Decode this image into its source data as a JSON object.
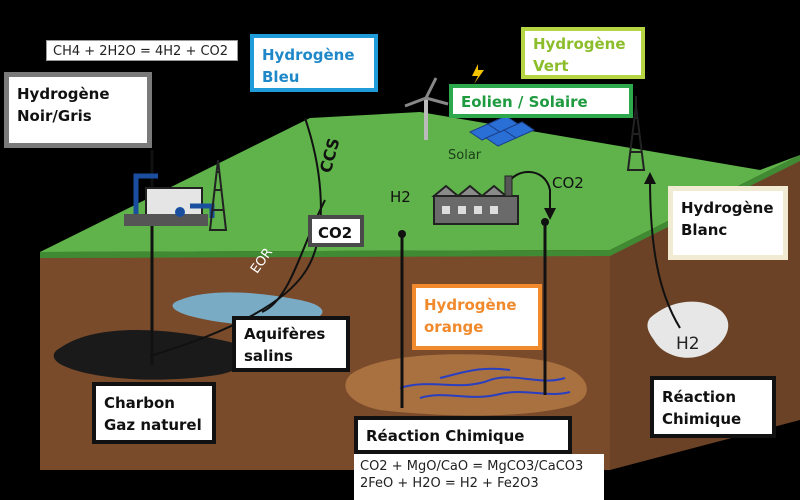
{
  "equation_top": {
    "text": "CH4 + 2H2O = 4H2 + CO2"
  },
  "labels": {
    "hydrogene_noir_gris": [
      "Hydrogène",
      "Noir/Gris"
    ],
    "hydrogene_bleu": [
      "Hydrogène",
      "Bleu"
    ],
    "hydrogene_vert": [
      "Hydrogène",
      "Vert"
    ],
    "eolien_solaire": "Eolien / Solaire",
    "hydrogene_blanc": [
      "Hydrogène",
      "Blanc"
    ],
    "co2_box": "CO2",
    "hydrogene_orange": [
      "Hydrogène",
      "orange"
    ],
    "aquiferes_salins": [
      "Aquifères",
      "salins"
    ],
    "charbon_gaz": [
      "Charbon",
      "Gaz naturel"
    ],
    "reaction_chimique_center": "Réaction Chimique",
    "reaction_chimique_right": [
      "Réaction",
      "Chimique"
    ]
  },
  "annotations": {
    "solar": "Solar",
    "ccs": "CCS",
    "eor": "EOR",
    "h2_well": "H2",
    "co2_factory": "CO2",
    "h2_white": "H2"
  },
  "equations_bottom": [
    "CO2 + MgO/CaO = MgCO3/CaCO3",
    "2FeO + H2O = H2 + Fe2O3"
  ],
  "colors": {
    "grass": "#5fb34a",
    "soil": "#7a4e2e",
    "blue_accent": "#1e9bd8",
    "green_accent": "#2ea84c",
    "lime_accent": "#b5d642",
    "orange_accent": "#f08a2c",
    "grey_accent": "#7a7a7a",
    "cream_accent": "#f1ebd4"
  }
}
